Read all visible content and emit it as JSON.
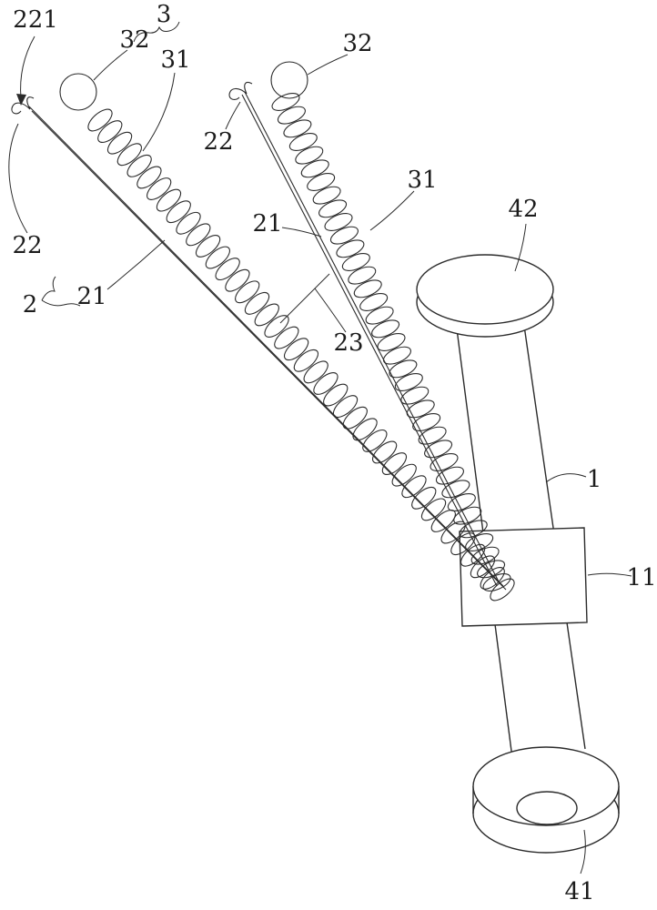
{
  "figure": {
    "kind": "patent line drawing of a screw-spring assembly",
    "colors": {
      "line": "#2b2b2b",
      "background": "#ffffff"
    },
    "labels": {
      "l221": "221",
      "l3": "3",
      "l32a": "32",
      "l31a": "31",
      "l32b": "32",
      "l22b": "22",
      "l31b": "31",
      "l21b": "21",
      "l42": "42",
      "l22a": "22",
      "l2": "2",
      "l21a": "21",
      "l23": "23",
      "l1": "1",
      "l11": "11",
      "l41": "41"
    }
  }
}
